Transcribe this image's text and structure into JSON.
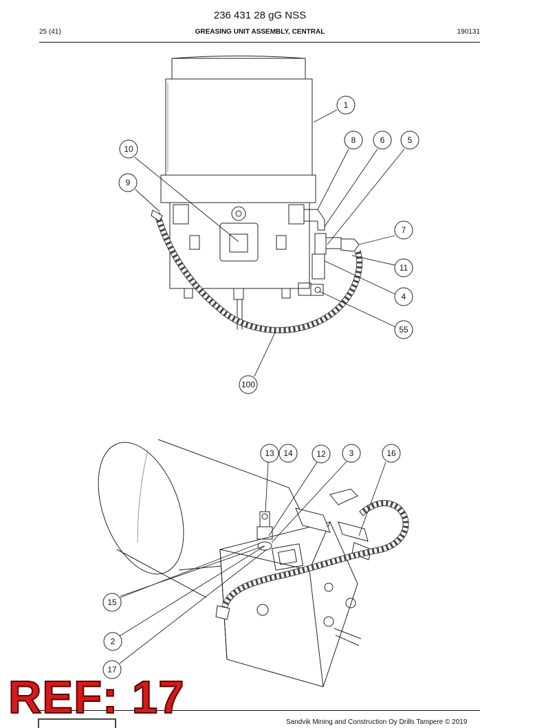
{
  "document": {
    "title": "236 431 28 gG NSS",
    "page": "25 (41)",
    "section": "GREASING UNIT ASSEMBLY, CENTRAL",
    "code": "190131"
  },
  "upper_view": {
    "callouts": [
      "1",
      "8",
      "6",
      "5",
      "10",
      "9",
      "7",
      "11",
      "4",
      "55",
      "100"
    ]
  },
  "lower_view": {
    "callouts": [
      "13",
      "14",
      "12",
      "3",
      "16",
      "15",
      "2",
      "17"
    ]
  },
  "footer": {
    "copyright": "Sandvik Mining and Construction Oy Drills Tampere © 2019"
  },
  "stamp": {
    "text": "REF: 17",
    "color": "#d41a1a"
  }
}
